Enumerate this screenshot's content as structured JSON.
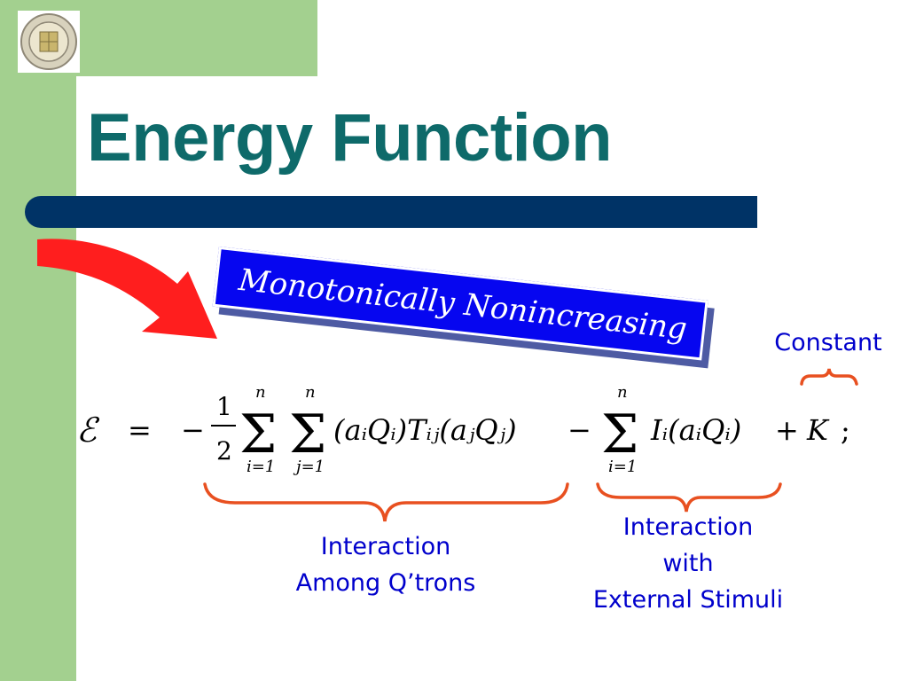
{
  "slide": {
    "title": "Energy Function",
    "banner": "Monotonically Nonincreasing",
    "labels": {
      "constant": "Constant",
      "interaction_among_line1": "Interaction",
      "interaction_among_line2": "Among Q’trons",
      "interaction_external_line1": "Interaction",
      "interaction_external_line2": "with",
      "interaction_external_line3": "External Stimuli"
    },
    "equation": {
      "lhs": "ℰ",
      "equals": "=",
      "minus": "−",
      "frac_num": "1",
      "frac_den": "2",
      "sum_symbol": "Σ",
      "sum_upper": "n",
      "sum1_lower": "i=1",
      "sum2_lower": "j=1",
      "term1": "(aᵢQᵢ)Tᵢⱼ(aⱼQⱼ)",
      "minus2": "−",
      "sum3_lower": "i=1",
      "term2": "Iᵢ(aᵢQᵢ)",
      "plus": "+",
      "constant": "K",
      "semicolon": ";"
    }
  },
  "colors": {
    "green_band": "#a3d08f",
    "title": "#0e6a6a",
    "title_bar": "#003366",
    "banner": "#0606f0",
    "label_text": "#0000cc",
    "braces": "#e85020",
    "arrow": "#ff1e1e"
  },
  "icons": {
    "logo": "university-seal-icon",
    "arrow": "curved-red-arrow-icon"
  }
}
